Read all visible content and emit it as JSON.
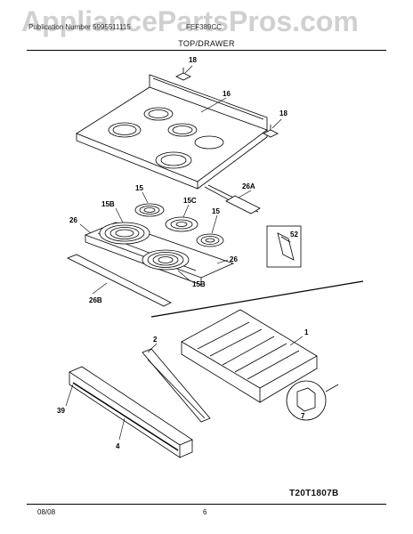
{
  "watermark": "AppliancePartsPros.com",
  "header": {
    "left": "Publication Number 5995511115",
    "right": "FEF389CC"
  },
  "section_title": "TOP/DRAWER",
  "callouts": {
    "c18a": "18",
    "c16": "16",
    "c18b": "18",
    "c26a": "26A",
    "c15a": "15",
    "c15b_top": "15B",
    "c15c": "15C",
    "c15d": "15",
    "c26_left": "26",
    "c52": "52",
    "c26_right": "26",
    "c15b_bottom": "15B",
    "c26b": "26B",
    "c1": "1",
    "c2": "2",
    "c39": "39",
    "c4": "4",
    "c7": "7"
  },
  "diagram_code": "T20T1807B",
  "footer": {
    "date": "08/08",
    "page": "6"
  }
}
